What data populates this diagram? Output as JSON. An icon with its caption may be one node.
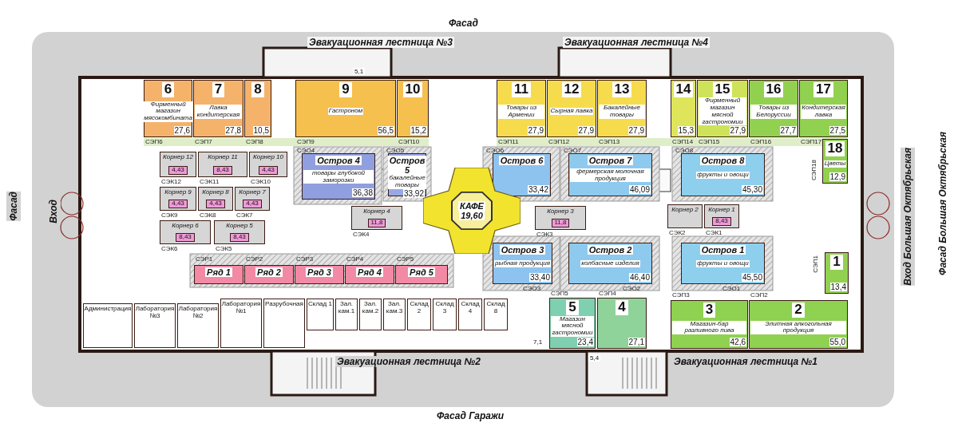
{
  "diagram": {
    "nodes": [
      {
        "text": [
          "6",
          "Фирменный магазин мясокомбината",
          "27,6"
        ],
        "beside": [
          "СЭП6"
        ]
      },
      {
        "text": [
          "7",
          "Лавка кондитерская",
          "27,8"
        ],
        "beside": [
          "СЭП7"
        ]
      },
      {
        "text": [
          "8",
          "10,5"
        ],
        "beside": [
          "СЭП8"
        ]
      },
      {
        "text": [
          "9",
          "Гастроном",
          "56,5"
        ],
        "beside": [
          "СЭП9"
        ]
      },
      {
        "text": [
          "10",
          "15,2"
        ],
        "beside": [
          "СЭП10"
        ]
      },
      {
        "text": [
          "11",
          "Товары из Армении",
          "27,9"
        ],
        "beside": [
          "СЭП11"
        ]
      },
      {
        "text": [
          "12",
          "Сырная лавка",
          "27,9"
        ],
        "beside": [
          "СЭП12"
        ]
      },
      {
        "text": [
          "13",
          "Бакалейные товары",
          "27,9"
        ],
        "beside": [
          "СЭП13"
        ]
      },
      {
        "text": [
          "14",
          "15,3"
        ],
        "beside": [
          "СЭП14"
        ]
      },
      {
        "text": [
          "15",
          "Фирменный магазин мясной гастрономии",
          "27,9"
        ],
        "beside": [
          "СЭП15"
        ]
      },
      {
        "text": [
          "16",
          "Товары из Белоруссии",
          "27,7"
        ],
        "beside": [
          "СЭП16"
        ]
      },
      {
        "text": [
          "17",
          "Кондитерская лавка",
          "27,5"
        ],
        "beside": [
          "СЭП17"
        ]
      },
      {
        "text": [
          "18",
          "Цветы",
          "12,9"
        ],
        "beside": [
          "СЭП18"
        ]
      },
      {
        "text": [
          "Корнер 12",
          "4,43"
        ],
        "beside": [
          "СЭК12"
        ]
      },
      {
        "text": [
          "Корнер 11",
          "8,43"
        ],
        "beside": [
          "СЭК11"
        ]
      },
      {
        "text": [
          "Корнер 10",
          "4,43"
        ],
        "beside": [
          "СЭК10"
        ]
      },
      {
        "text": [
          "Остров 4",
          "товары глубокой заморозки",
          "36,38"
        ],
        "beside": [
          "СЭО4"
        ]
      },
      {
        "text": [
          "Остров 5",
          "бакалейные товары",
          "33,92"
        ],
        "beside": [
          "СЭО5"
        ]
      },
      {
        "text": [
          "Остров 6",
          "33,42"
        ],
        "beside": [
          "СЭО6"
        ]
      },
      {
        "text": [
          "Остров 7",
          "фермерская молочная продукция",
          "46,09"
        ],
        "beside": [
          "СЭО7"
        ]
      },
      {
        "text": [
          "Остров 8",
          "фрукты и овощи",
          "45,30"
        ],
        "beside": [
          "СЭО8"
        ]
      },
      {
        "text": [
          "Корнер 9",
          "4,43"
        ],
        "beside": [
          "СЭК9"
        ]
      },
      {
        "text": [
          "Корнер 8",
          "4,43"
        ],
        "beside": [
          "СЭК8"
        ]
      },
      {
        "text": [
          "Корнер 7",
          "4,43"
        ],
        "beside": [
          "СЭК7"
        ]
      },
      {
        "text": [
          "Корнер 6",
          "8,43"
        ],
        "beside": [
          "СЭК6"
        ]
      },
      {
        "text": [
          "Корнер 5",
          "8,43"
        ],
        "beside": [
          "СЭК5"
        ]
      },
      {
        "text": [
          "Корнер 4",
          "11,8"
        ],
        "beside": [
          "СЭК4"
        ]
      },
      {
        "text": [
          "КАФЕ",
          "19,60"
        ]
      },
      {
        "text": [
          "Корнер 3",
          "11,8"
        ],
        "beside": [
          "СЭК3"
        ]
      },
      {
        "text": [
          "Корнер 2"
        ],
        "beside": [
          "СЭК2"
        ]
      },
      {
        "text": [
          "Корнер 1",
          "8,43"
        ],
        "beside": [
          "СЭК1"
        ]
      },
      {
        "text": [
          "Ряд 1"
        ],
        "beside": [
          "СЭР1"
        ]
      },
      {
        "text": [
          "Ряд 2"
        ],
        "beside": [
          "СЭР2"
        ]
      },
      {
        "text": [
          "Ряд 3"
        ],
        "beside": [
          "СЭР3"
        ]
      },
      {
        "text": [
          "Ряд 4"
        ],
        "beside": [
          "СЭР4"
        ]
      },
      {
        "text": [
          "Ряд 5"
        ],
        "beside": [
          "СЭР5"
        ]
      },
      {
        "text": [
          "Остров 3",
          "рыбная продукция",
          "33,40"
        ],
        "beside": [
          "СЭО3"
        ]
      },
      {
        "text": [
          "Остров 2",
          "колбасные изделия",
          "46,40"
        ],
        "beside": [
          "СЭО2"
        ]
      },
      {
        "text": [
          "Остров 1",
          "фрукты и овощи",
          "45,50"
        ],
        "beside": [
          "СЭО1"
        ]
      },
      {
        "text": [
          "1",
          "13,4"
        ],
        "beside": [
          "СЭП1"
        ]
      },
      {
        "text": [
          "Администрация"
        ]
      },
      {
        "text": [
          "Лаборатория №3"
        ]
      },
      {
        "text": [
          "Лаборатория №2"
        ]
      },
      {
        "text": [
          "Лаборатория №1"
        ]
      },
      {
        "text": [
          "Разрубочная"
        ]
      },
      {
        "text": [
          "Склад 1"
        ]
      },
      {
        "text": [
          "Зал. кам.1"
        ]
      },
      {
        "text": [
          "Зал. кам.2"
        ]
      },
      {
        "text": [
          "Зал. кам.3"
        ]
      },
      {
        "text": [
          "Склад 2"
        ]
      },
      {
        "text": [
          "Склад 3"
        ]
      },
      {
        "text": [
          "Склад 4"
        ]
      },
      {
        "text": [
          "Склад 8"
        ]
      },
      {
        "text": [
          "5",
          "Магазин мясной гастрономии",
          "23,4"
        ],
        "beside": [
          "СЭП5"
        ]
      },
      {
        "text": [
          "4",
          "27,1"
        ],
        "beside": [
          "СЭП4"
        ]
      },
      {
        "text": [
          "3",
          "Магазин-бар разливного пива",
          "42,6"
        ],
        "beside": [
          "СЭП3"
        ]
      },
      {
        "text": [
          "2",
          "Элитная алкогольная продукция",
          "55,0"
        ],
        "beside": [
          "СЭП2"
        ]
      }
    ],
    "labels": [
      "Фасад",
      "Эвакуационная лестница №3",
      "Эвакуационная лестница №4",
      "5,1",
      "Фасад",
      "Вход",
      "Вход Большая Октябрьская",
      "Фасад Большая Октябрьская",
      "7,1",
      "5,4",
      "Эвакуационная лестница №2",
      "Эвакуационная лестница №1",
      "Фасад Гаражи"
    ]
  }
}
